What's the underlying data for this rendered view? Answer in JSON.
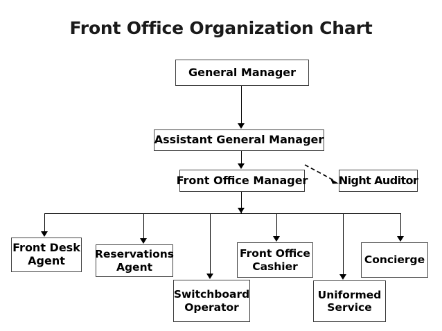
{
  "title": "Front Office Organization Chart",
  "chart_data": {
    "type": "diagram",
    "title": "Front Office Organization Chart",
    "diagram_kind": "organization-chart",
    "orientation": "top-down",
    "nodes": [
      {
        "id": "general-manager",
        "label": "General Manager",
        "level": 0
      },
      {
        "id": "assistant-gm",
        "label": "Assistant General Manager",
        "level": 1
      },
      {
        "id": "front-office-manager",
        "label": "Front Office Manager",
        "level": 2
      },
      {
        "id": "night-auditor",
        "label": "Night Auditor",
        "level": 2
      },
      {
        "id": "front-desk-agent",
        "label": "Front Desk Agent",
        "level": 3
      },
      {
        "id": "reservations-agent",
        "label": "Reservations Agent",
        "level": 3
      },
      {
        "id": "switchboard-operator",
        "label": "Switchboard Operator",
        "level": 3
      },
      {
        "id": "front-office-cashier",
        "label": "Front Office Cashier",
        "level": 3
      },
      {
        "id": "uniformed-service",
        "label": "Uniformed Service",
        "level": 3
      },
      {
        "id": "concierge",
        "label": "Concierge",
        "level": 3
      }
    ],
    "edges": [
      {
        "from": "general-manager",
        "to": "assistant-gm",
        "style": "solid",
        "arrow": true
      },
      {
        "from": "assistant-gm",
        "to": "front-office-manager",
        "style": "solid",
        "arrow": true
      },
      {
        "from": "front-office-manager",
        "to": "night-auditor",
        "style": "dashed",
        "arrow": true
      },
      {
        "from": "front-office-manager",
        "to": "front-desk-agent",
        "style": "solid",
        "arrow": true
      },
      {
        "from": "front-office-manager",
        "to": "reservations-agent",
        "style": "solid",
        "arrow": true
      },
      {
        "from": "front-office-manager",
        "to": "switchboard-operator",
        "style": "solid",
        "arrow": true
      },
      {
        "from": "front-office-manager",
        "to": "front-office-cashier",
        "style": "solid",
        "arrow": true
      },
      {
        "from": "front-office-manager",
        "to": "uniformed-service",
        "style": "solid",
        "arrow": true
      },
      {
        "from": "front-office-manager",
        "to": "concierge",
        "style": "solid",
        "arrow": true
      }
    ],
    "colors": {
      "background": "#ffffff",
      "node_fill": "#ffffff",
      "node_border": "#3f3f3f",
      "connector": "#000000",
      "text": "#000000",
      "title_text": "#1a1a1a"
    }
  },
  "nodes": {
    "general_manager": "General Manager",
    "assistant_gm": "Assistant General Manager",
    "front_office_manager": "Front Office Manager",
    "night_auditor": "Night Auditor",
    "front_desk_agent": "Front Desk Agent",
    "reservations_agent": "Reservations Agent",
    "switchboard_operator": "Switchboard Operator",
    "front_office_cashier": "Front Office Cashier",
    "uniformed_service": "Uniformed Service",
    "concierge": "Concierge"
  }
}
